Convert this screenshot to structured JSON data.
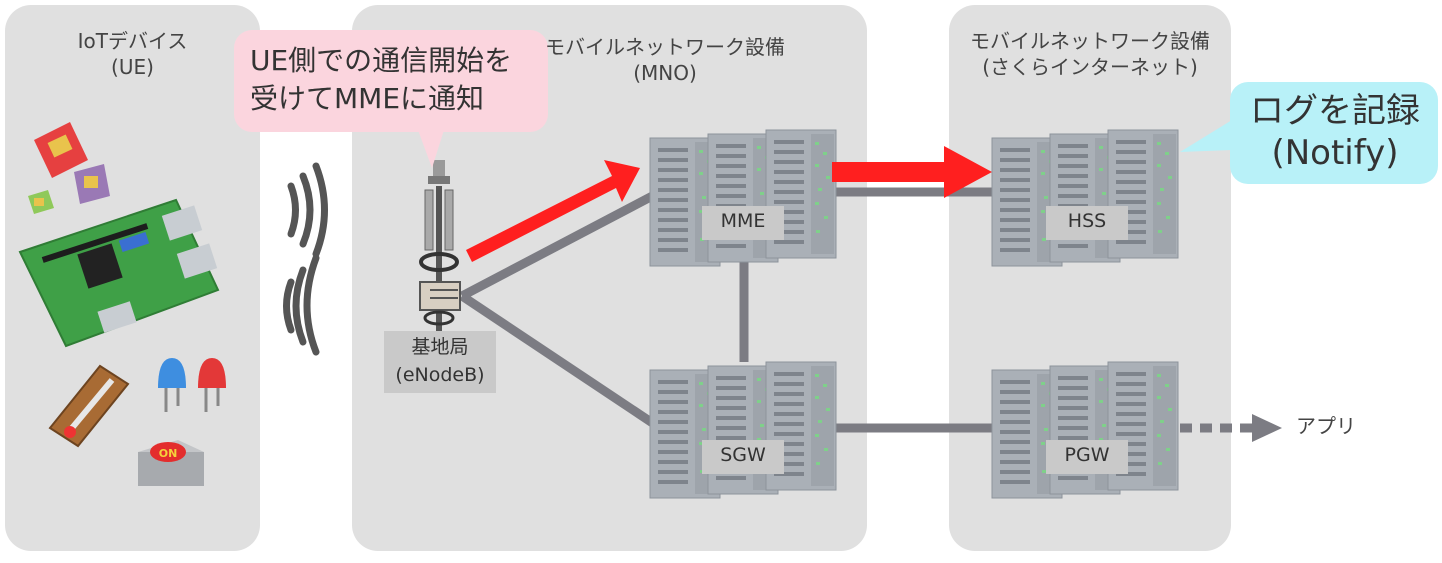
{
  "colors": {
    "panel": "#e0e0e0",
    "link": "#7c7c83",
    "arrow": "#ff1f1f",
    "callout_pink": "#fbd5de",
    "callout_cyan": "#b8f1f8",
    "server": "#b3b8bf"
  },
  "groups": {
    "iot": {
      "title": "IoTデバイス",
      "subtitle": "(UE)"
    },
    "mno": {
      "title": "モバイルネットワーク設備",
      "subtitle": "(MNO)"
    },
    "sakura": {
      "title": "モバイルネットワーク設備",
      "subtitle": "(さくらインターネット)"
    }
  },
  "nodes": {
    "enodeb": {
      "line1": "基地局",
      "line2": "(eNodeB)"
    },
    "mme": "MME",
    "sgw": "SGW",
    "hss": "HSS",
    "pgw": "PGW",
    "app": "アプリ"
  },
  "callouts": {
    "enodeb": {
      "line1": "UE側での通信開始を",
      "line2": "受けてMMEに通知"
    },
    "hss": {
      "line1": "ログを記録",
      "line2": "(Notify)"
    }
  },
  "icons": [
    "sim-card-icon",
    "raspberry-pi-icon",
    "thermometer-icon",
    "led-icon",
    "on-button-icon",
    "radio-wave-icon",
    "base-station-icon",
    "server-rack-icon"
  ]
}
